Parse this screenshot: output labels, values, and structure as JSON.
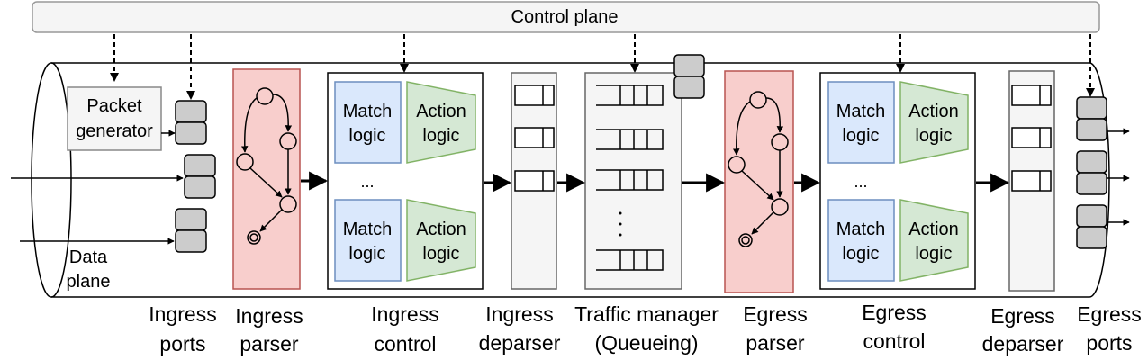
{
  "control_plane": {
    "label": "Control plane"
  },
  "packet_generator": {
    "line1": "Packet",
    "line2": "generator"
  },
  "data_plane": {
    "line1": "Data",
    "line2": "plane"
  },
  "blocks": {
    "match_line1": "Match",
    "match_line2": "logic",
    "action_line1": "Action",
    "action_line2": "logic",
    "ellipsis": "..."
  },
  "stage_labels": [
    {
      "line1": "Ingress",
      "line2": "ports"
    },
    {
      "line1": "Ingress",
      "line2": "parser"
    },
    {
      "line1": "Ingress",
      "line2": "control"
    },
    {
      "line1": "Ingress",
      "line2": "deparser"
    },
    {
      "line1": "Traffic manager",
      "line2": "(Queueing)"
    },
    {
      "line1": "Egress",
      "line2": "parser"
    },
    {
      "line1": "Egress",
      "line2": "control"
    },
    {
      "line1": "Egress",
      "line2": "deparser"
    },
    {
      "line1": "Egress",
      "line2": "ports"
    }
  ],
  "colors": {
    "parser_fill": "#f8cecc",
    "parser_stroke": "#b85450",
    "match_fill": "#dae8fc",
    "match_stroke": "#6c8ebf",
    "action_fill": "#d5e8d4",
    "action_stroke": "#82b366",
    "port_fill": "#cccccc",
    "deparser_fill": "#f5f5f5",
    "deparser_stroke": "#666666"
  }
}
